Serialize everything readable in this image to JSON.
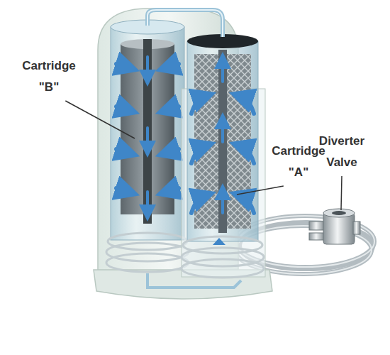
{
  "diagram": {
    "labels": [
      "Cartridge \"B\"",
      "Cartridge \"A\"",
      "Diverter Valve"
    ]
  }
}
